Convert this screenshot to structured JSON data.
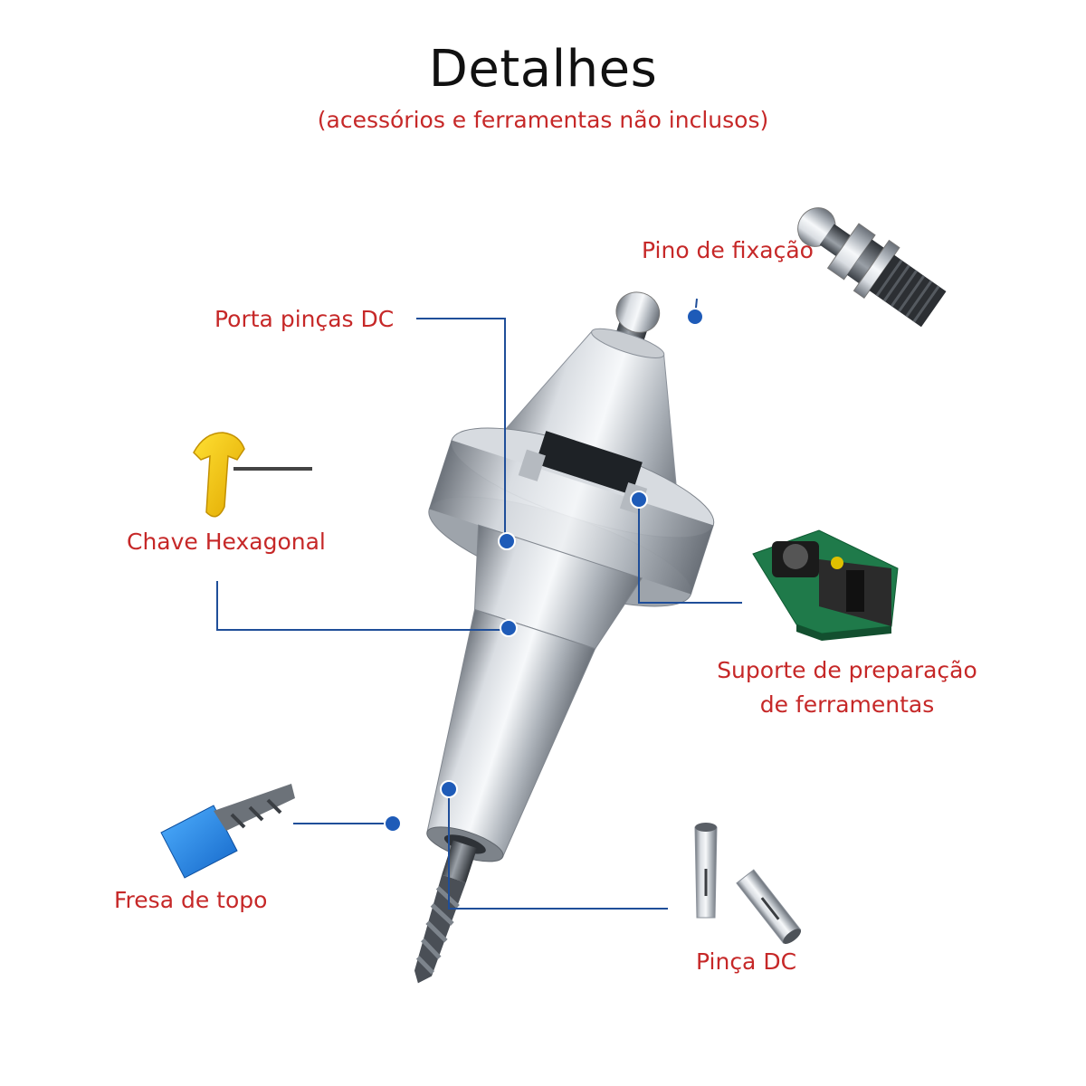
{
  "header": {
    "title": "Detalhes",
    "subtitle": "(acessórios e ferramentas não inclusos)"
  },
  "callouts": {
    "porta_pincas": "Porta pinças DC",
    "pino_fixacao": "Pino de fixação",
    "chave_hexagonal": "Chave Hexagonal",
    "suporte_line1": "Suporte de preparação",
    "suporte_line2": "de ferramentas",
    "fresa_topo": "Fresa de topo",
    "pinca_dc": "Pinça DC"
  },
  "colors": {
    "label": "#c62828",
    "leader": "#1f4e99",
    "dot": "#1e5bb8",
    "background": "#ffffff"
  },
  "icons": [
    "tool-holder-illustration",
    "pull-stud-illustration",
    "hex-key-illustration",
    "tool-setting-fixture-illustration",
    "end-mill-illustration",
    "collet-illustration"
  ]
}
